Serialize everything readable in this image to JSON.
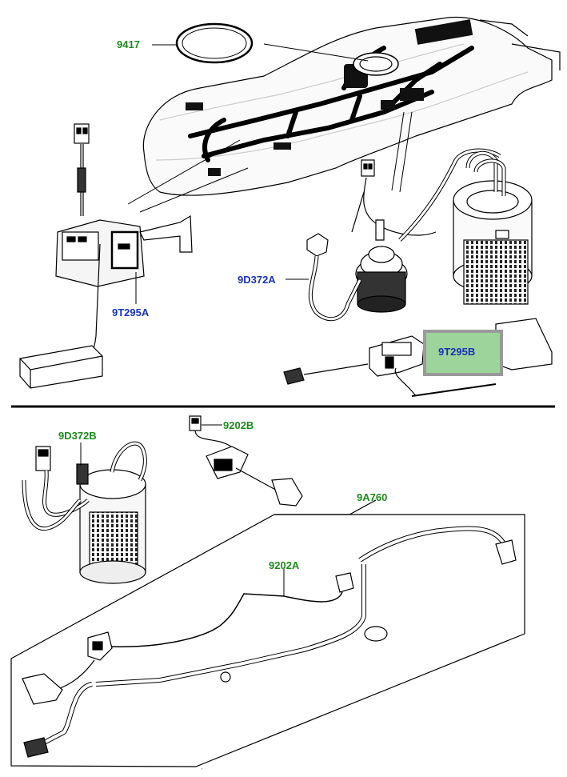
{
  "colors": {
    "green_label": "#1e8a1e",
    "blue_label": "#1a33b8",
    "highlight_fill": "#9cd49c",
    "highlight_border": "#9a9a9a",
    "line": "#000000"
  },
  "callouts": {
    "c9417": "9417",
    "c9D372A": "9D372A",
    "c9T295A": "9T295A",
    "c9T295B": "9T295B",
    "c9D372B": "9D372B",
    "c9202B": "9202B",
    "c9A760": "9A760",
    "c9202A": "9202A"
  },
  "highlighted_callout": "9T295B"
}
